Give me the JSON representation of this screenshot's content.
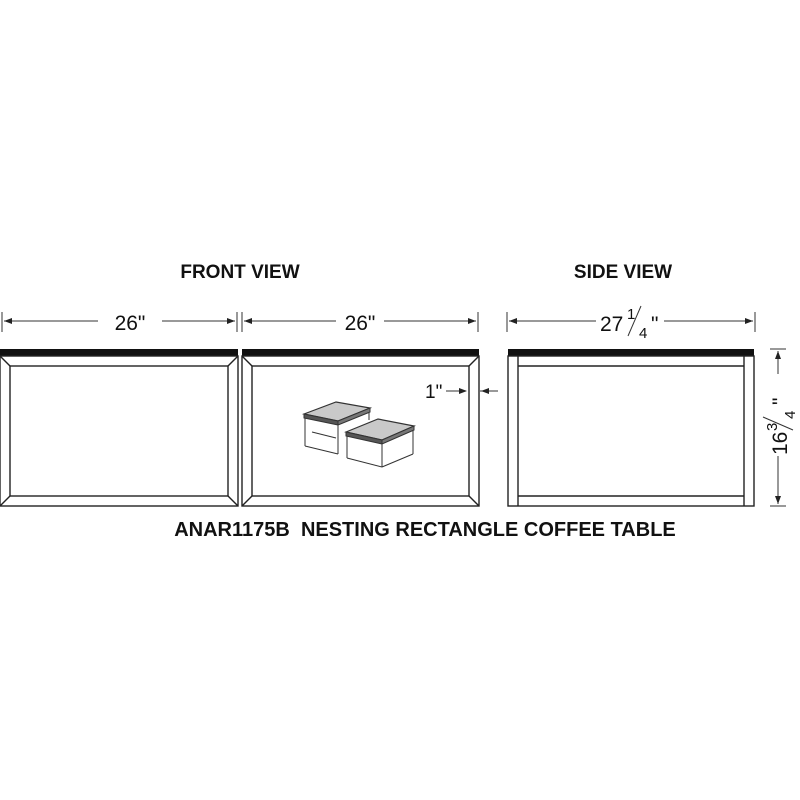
{
  "front_view_title": "FRONT VIEW",
  "side_view_title": "SIDE VIEW",
  "dims": {
    "front_left_width": "26\"",
    "front_right_width": "26\"",
    "inset": "1\"",
    "side_whole": "27",
    "side_frac_num": "1",
    "side_frac_den": "4",
    "side_inch": "\"",
    "height_whole": "16",
    "height_frac_num": "3",
    "height_frac_den": "4",
    "height_inch": "\""
  },
  "product_caption": "ANAR1175B  NESTING RECTANGLE COFFEE TABLE",
  "colors": {
    "line": "#222222",
    "top_slab": "#111111",
    "background": "#ffffff"
  }
}
